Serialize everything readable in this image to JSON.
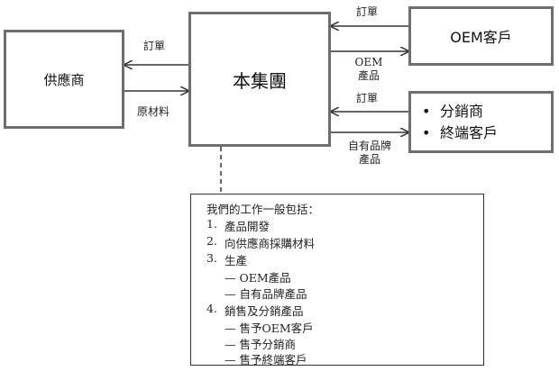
{
  "entities": {
    "supplier": "供應商",
    "group": "本集團",
    "oem_customer": "OEM客戶",
    "distributor": "分銷商",
    "end_customer": "終端客戶"
  },
  "flows": {
    "order_to_supplier": "訂單",
    "raw_material": "原材料",
    "order_from_oem": "訂單",
    "oem_product": [
      "OEM",
      "產品"
    ],
    "order_from_distribution": "訂單",
    "own_brand_product": [
      "自有品牌",
      "產品"
    ]
  },
  "notes": {
    "intro": "我們的工作一般包括：",
    "items": [
      {
        "num": "1.",
        "text": "產品開發"
      },
      {
        "num": "2.",
        "text": "向供應商採購材料"
      },
      {
        "num": "3.",
        "text": "生產"
      },
      {
        "sub": "— OEM產品"
      },
      {
        "sub": "— 自有品牌產品"
      },
      {
        "num": "4.",
        "text": "銷售及分銷產品"
      },
      {
        "sub": "— 售予OEM客戶"
      },
      {
        "sub": "— 售予分銷商"
      },
      {
        "sub": "— 售予終端客戶"
      }
    ]
  },
  "bullet_glyph": "•",
  "colors": {
    "box_border": "#6e6e6e",
    "arrow": "#333333"
  }
}
